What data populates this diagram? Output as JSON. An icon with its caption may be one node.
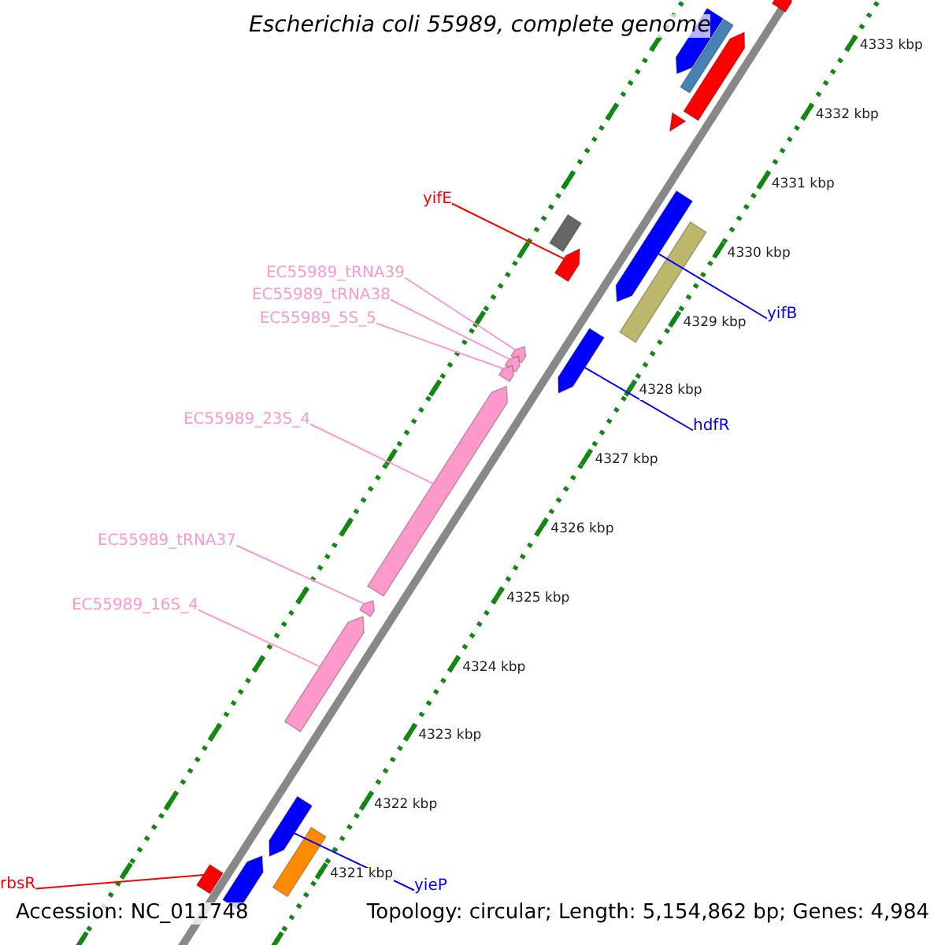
{
  "diagram": {
    "title": "Escherichia coli 55989, complete genome",
    "nodes": [
      {
        "text": [
          "yifE"
        ]
      },
      {
        "text": [],
        "shape": "bar"
      },
      {
        "text": [
          "yifB"
        ]
      },
      {
        "text": [],
        "shape": "bar"
      },
      {
        "text": [
          "EC55989_tRNA39"
        ]
      },
      {
        "text": [
          "EC55989_tRNA38"
        ]
      },
      {
        "text": [
          "EC55989_5S_5"
        ]
      },
      {
        "text": [],
        "shape": "bar"
      },
      {
        "text": [],
        "shape": "bar"
      },
      {
        "text": [],
        "shape": "bar"
      },
      {
        "text": [
          "hdfR"
        ]
      },
      {
        "text": [],
        "shape": "bar"
      },
      {
        "text": [
          "EC55989_23S_4"
        ]
      },
      {
        "text": [],
        "shape": "bar"
      },
      {
        "text": [
          "EC55989_tRNA37"
        ]
      },
      {
        "text": [],
        "shape": "bar"
      },
      {
        "text": [
          "EC55989_16S_4"
        ]
      },
      {
        "text": [],
        "shape": "bar"
      },
      {
        "text": [
          "yieP"
        ]
      },
      {
        "text": [],
        "shape": "bar"
      },
      {
        "text": [
          "rbsR"
        ]
      },
      {
        "text": [],
        "shape": "bar"
      },
      {
        "text": [],
        "shape": "bar"
      },
      {
        "text": [],
        "shape": "bar"
      },
      {
        "text": [],
        "shape": "bar"
      },
      {
        "text": [],
        "shape": "bar"
      },
      {
        "text": [],
        "shape": "bar"
      },
      {
        "text": [],
        "shape": "bar"
      },
      {
        "text": [],
        "shape": "bar"
      },
      {
        "text": [],
        "shape": "bar"
      },
      {
        "text": [],
        "shape": "bar"
      }
    ],
    "edges": [
      {
        "from": 0,
        "to": 1,
        "arrow": "none",
        "color": "#ff0000"
      },
      {
        "from": 2,
        "to": 3,
        "arrow": "none",
        "color": "#0000ff"
      },
      {
        "from": 4,
        "to": 7,
        "arrow": "none"
      },
      {
        "from": 5,
        "to": 8,
        "arrow": "none"
      },
      {
        "from": 6,
        "to": 9,
        "arrow": "none"
      },
      {
        "from": 10,
        "to": 11,
        "arrow": "none",
        "color": "#0000ff"
      },
      {
        "from": 12,
        "to": 13,
        "arrow": "none"
      },
      {
        "from": 14,
        "to": 15,
        "arrow": "none"
      },
      {
        "from": 16,
        "to": 17,
        "arrow": "none"
      },
      {
        "from": 18,
        "to": 19,
        "arrow": "none",
        "color": "#0000ff"
      },
      {
        "from": 20,
        "to": 21,
        "arrow": "none",
        "color": "#ff0000"
      }
    ],
    "labels": [
      "4333 kbp",
      "4332 kbp",
      "4331 kbp",
      "4330 kbp",
      "4329 kbp",
      "4328 kbp",
      "4327 kbp",
      "4326 kbp",
      "4325 kbp",
      "4324 kbp",
      "4323 kbp",
      "4322 kbp",
      "4321 kbp",
      "Accession: NC_011748",
      "Topology: circular; Length: 5,154,862 bp; Genes: 4,984"
    ]
  }
}
